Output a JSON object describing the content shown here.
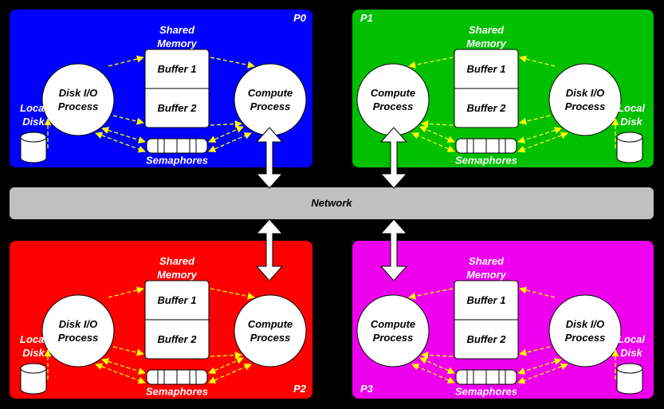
{
  "colors": {
    "background": "#000000",
    "p0": "#0000ff",
    "p1": "#00c000",
    "p2": "#ff0000",
    "p3": "#ee00ee",
    "network": "#c0c0c0",
    "arrow": "#ffff00",
    "text_on_panel": "#ffffff",
    "shape_fill": "#ffffff"
  },
  "network": {
    "label": "Network"
  },
  "nodes": [
    {
      "id": "P0",
      "label": "P0",
      "shared_memory": "Shared\nMemory",
      "buffers": [
        "Buffer 1",
        "Buffer 2"
      ],
      "disk_io": "Disk I/O\nProcess",
      "compute": "Compute\nProcess",
      "local_disk": "Local\nDisk",
      "semaphores": "Semaphores"
    },
    {
      "id": "P1",
      "label": "P1",
      "shared_memory": "Shared\nMemory",
      "buffers": [
        "Buffer 1",
        "Buffer 2"
      ],
      "disk_io": "Disk I/O\nProcess",
      "compute": "Compute\nProcess",
      "local_disk": "Local\nDisk",
      "semaphores": "Semaphores"
    },
    {
      "id": "P2",
      "label": "P2",
      "shared_memory": "Shared\nMemory",
      "buffers": [
        "Buffer 1",
        "Buffer 2"
      ],
      "disk_io": "Disk I/O\nProcess",
      "compute": "Compute\nProcess",
      "local_disk": "Local\nDisk",
      "semaphores": "Semaphores"
    },
    {
      "id": "P3",
      "label": "P3",
      "shared_memory": "Shared\nMemory",
      "buffers": [
        "Buffer 1",
        "Buffer 2"
      ],
      "disk_io": "Disk I/O\nProcess",
      "compute": "Compute\nProcess",
      "local_disk": "Local\nDisk",
      "semaphores": "Semaphores"
    }
  ]
}
